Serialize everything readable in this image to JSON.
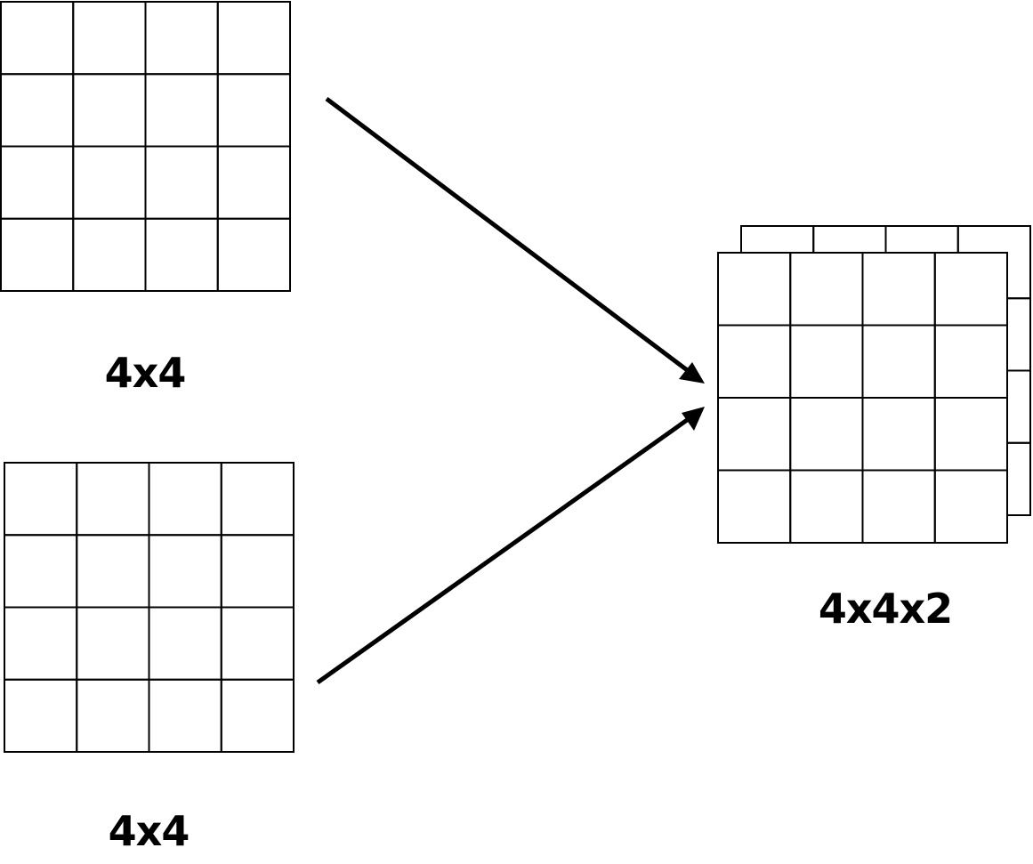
{
  "labels": {
    "top_input": "4x4",
    "bottom_input": "4x4",
    "output": "4x4x2"
  },
  "grids": {
    "top_input": {
      "rows": 4,
      "cols": 4
    },
    "bottom_input": {
      "rows": 4,
      "cols": 4
    },
    "output_back": {
      "rows": 4,
      "cols": 4
    },
    "output_front": {
      "rows": 4,
      "cols": 4
    }
  },
  "colors": {
    "stroke": "#000000",
    "background": "#ffffff"
  }
}
